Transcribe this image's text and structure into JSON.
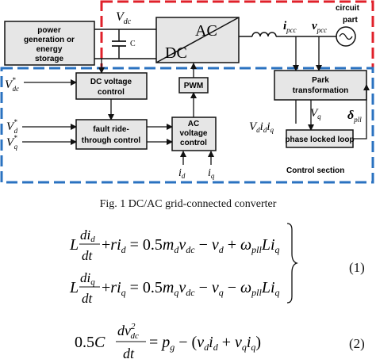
{
  "diagram": {
    "power_block": [
      "power",
      "generation or",
      "energy",
      "storage"
    ],
    "cap_label": "C",
    "converter_dc": "DC",
    "converter_ac": "AC",
    "circuit_part": [
      "circuit",
      "part"
    ],
    "dc_voltage_control": [
      "DC voltage",
      "control"
    ],
    "pwm": "PWM",
    "park": [
      "Park",
      "transformation"
    ],
    "fault_ride": [
      "fault ride-",
      "through control"
    ],
    "ac_voltage_control": [
      "AC",
      "voltage",
      "control"
    ],
    "pll": "phase locked loop",
    "control_section": "Control section",
    "colors": {
      "power_frame": "#e0202a",
      "control_frame": "#2a72c0",
      "block_fill": "#e6e6e6"
    }
  },
  "caption": "Fig. 1   DC/AC grid-connected converter",
  "equations": {
    "eq1_number": "(1)",
    "eq2_number": "(2)"
  }
}
